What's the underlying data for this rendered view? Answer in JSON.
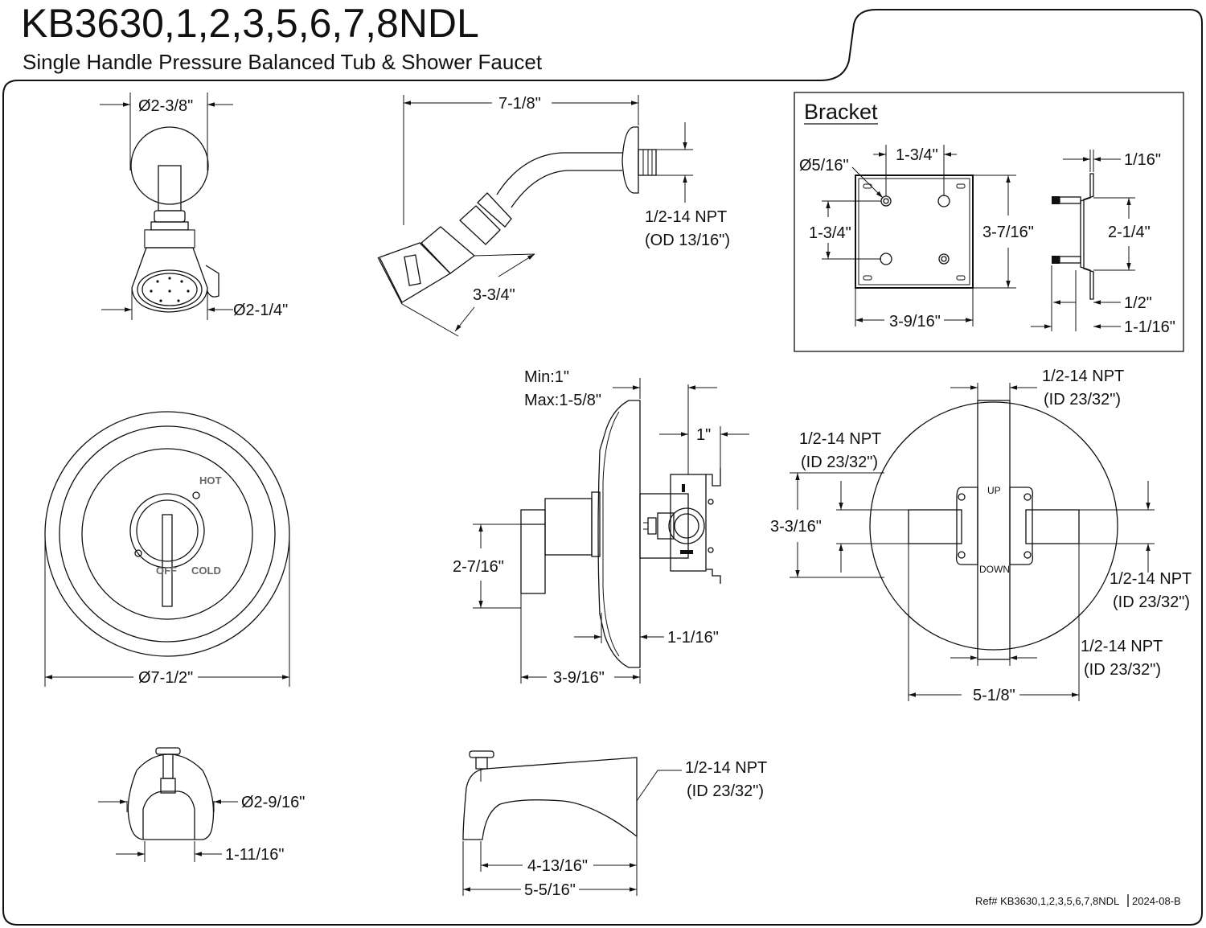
{
  "header": {
    "model": "KB3630,1,2,3,5,6,7,8NDL",
    "description": "Single Handle Pressure Balanced Tub & Shower Faucet"
  },
  "showerhead_front": {
    "top_dim": "Ø2-3/8\"",
    "bottom_dim": "Ø2-1/4\""
  },
  "showerhead_side": {
    "length_dim": "7-1/8\"",
    "thread": "1/2-14 NPT",
    "thread_od": "(OD 13/16\")",
    "head_dim": "3-3/4\""
  },
  "bracket": {
    "title": "Bracket",
    "hole_dia": "Ø5/16\"",
    "hole_spacing_h": "1-3/4\"",
    "hole_spacing_v": "1-3/4\"",
    "height": "3-7/16\"",
    "width": "3-9/16\"",
    "side_thickness": "1/16\"",
    "side_span": "2-1/4\"",
    "side_offset": "1/2\"",
    "side_depth": "1-1/16\""
  },
  "trim_front": {
    "hot_label": "HOT",
    "off_label": "OFF",
    "cold_label": "COLD",
    "plate_dia": "Ø7-1/2\""
  },
  "valve_side": {
    "minmax_1": "Min:1\"",
    "minmax_2": "Max:1-5/8\"",
    "depth_1": "1\"",
    "handle_height": "2-7/16\"",
    "plate_offset": "1-1/16\"",
    "total_depth": "3-9/16\""
  },
  "valve_back": {
    "top_port": "1/2-14 NPT",
    "top_port_id": "(ID 23/32\")",
    "left_port": "1/2-14 NPT",
    "left_port_id": "(ID 23/32\")",
    "right_port": "1/2-14 NPT",
    "right_port_id": "(ID 23/32\")",
    "bottom_port": "1/2-14 NPT",
    "bottom_port_id": "(ID 23/32\")",
    "port_spacing_v": "3-3/16\"",
    "port_spacing_h": "5-1/8\"",
    "up_label": "UP",
    "down_label": "DOWN"
  },
  "spout_front": {
    "dia": "Ø2-9/16\"",
    "offset": "1-11/16\""
  },
  "spout_side": {
    "thread": "1/2-14 NPT",
    "thread_id": "(ID 23/32\")",
    "reach": "4-13/16\"",
    "length": "5-5/16\""
  },
  "footer": {
    "ref": "Ref# KB3630,1,2,3,5,6,7,8NDL",
    "revision": "2024-08-B"
  }
}
